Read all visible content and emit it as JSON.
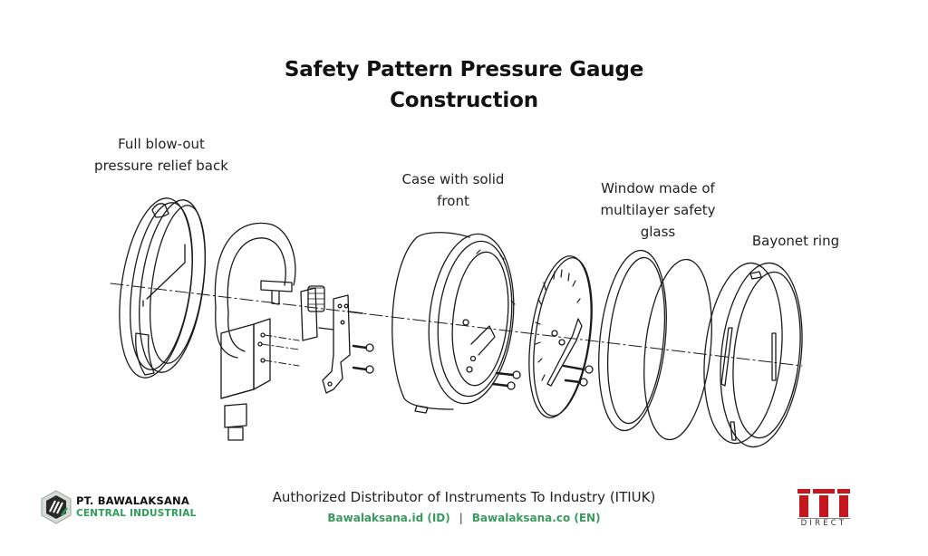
{
  "title": {
    "line1": "Safety Pattern Pressure Gauge",
    "line2": "Construction"
  },
  "labels": {
    "back": {
      "line1": "Full blow-out",
      "line2": "pressure relief back"
    },
    "case": {
      "line1": "Case with solid",
      "line2": "front"
    },
    "window": {
      "line1": "Window made of",
      "line2": "multilayer safety",
      "line3": "glass"
    },
    "bayonet": {
      "line1": "Bayonet ring"
    }
  },
  "components": [
    "pressure-relief-back",
    "bourdon-tube-socket",
    "movement",
    "case",
    "dial-with-pointer",
    "safety-glass-window",
    "bayonet-ring"
  ],
  "footer": {
    "tagline": "Authorized Distributor of Instruments To Industry (ITIUK)",
    "link_id": "Bawalaksana.id (ID)",
    "separator": "|",
    "link_en": "Bawalaksana.co (EN)"
  },
  "logos": {
    "left": {
      "line1": "PT. BAWALAKSANA",
      "line2": "CENTRAL INDUSTRIAL",
      "accent": "#2e9d58"
    },
    "right": {
      "mark": "ITI",
      "sub": "DIRECT",
      "accent": "#c4161c"
    }
  },
  "colors": {
    "line": "#1a1a1a",
    "link_green": "#3a9a5c"
  }
}
